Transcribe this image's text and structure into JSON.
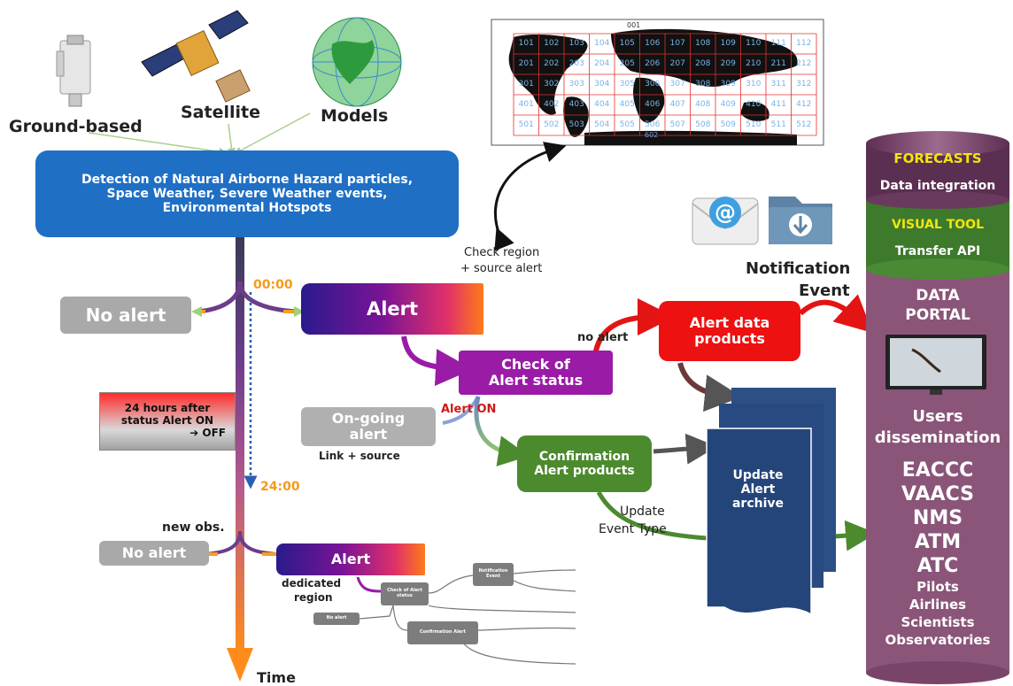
{
  "sources": {
    "ground": "Ground-based",
    "satellite": "Satellite",
    "models": "Models"
  },
  "detection": {
    "line1": "Detection of Natural Airborne Hazard particles,",
    "line2": "Space Weather, Severe Weather events,",
    "line3": "Environmental Hotspots"
  },
  "map": {
    "top_label": "001",
    "bottom_label": "602",
    "rows": [
      [
        "101",
        "102",
        "103",
        "104",
        "105",
        "106",
        "107",
        "108",
        "109",
        "110",
        "111",
        "112"
      ],
      [
        "201",
        "202",
        "203",
        "204",
        "205",
        "206",
        "207",
        "208",
        "209",
        "210",
        "211",
        "212"
      ],
      [
        "301",
        "302",
        "303",
        "304",
        "305",
        "306",
        "307",
        "308",
        "309",
        "310",
        "311",
        "312"
      ],
      [
        "401",
        "402",
        "403",
        "404",
        "405",
        "406",
        "407",
        "408",
        "409",
        "410",
        "411",
        "412"
      ],
      [
        "501",
        "502",
        "503",
        "504",
        "505",
        "506",
        "507",
        "508",
        "509",
        "510",
        "511",
        "512"
      ]
    ]
  },
  "check_region": {
    "line1": "Check region",
    "line2": "+ source alert"
  },
  "notification": {
    "line1": "Notification",
    "line2": "Event"
  },
  "timeline": {
    "t0": "00:00",
    "t24": "24:00",
    "time": "Time",
    "new_obs": "new obs."
  },
  "no_alert_1": "No alert",
  "no_alert_2": "No alert",
  "alert_1": "Alert",
  "alert_2": "Alert",
  "hours_box": {
    "line1": "24 hours after",
    "line2": "status Alert ON",
    "line3": "➔ OFF"
  },
  "check_status": {
    "line1": "Check of",
    "line2": "Alert status"
  },
  "no_alert_label": "no alert",
  "alert_on_label": "Alert  ON",
  "ongoing": {
    "line1": "On-going",
    "line2": "alert",
    "sub": "Link + source"
  },
  "alert_data": {
    "line1": "Alert data",
    "line2": "products"
  },
  "confirmation": {
    "line1": "Confirmation",
    "line2": "Alert products"
  },
  "update_archive": {
    "line1": "Update",
    "line2": "Alert",
    "line3": "archive"
  },
  "update_event": {
    "line1": "Update",
    "line2": "Event Type"
  },
  "dedicated": {
    "line1": "dedicated",
    "line2": "region"
  },
  "mini": {
    "check": "Check of Alert status",
    "notification": "Notification Event",
    "no_alert": "No alert",
    "confirmation": "Confirmation Alert"
  },
  "cylinder": {
    "forecasts": "FORECASTS",
    "data_integration": "Data integration",
    "visual_tool": "VISUAL TOOL",
    "transfer_api": "Transfer API",
    "data_portal_1": "DATA",
    "data_portal_2": "PORTAL",
    "users_1": "Users",
    "users_2": "dissemination",
    "list": [
      "EACCC",
      "VAACS",
      "NMS",
      "ATM",
      "ATC",
      "Pilots",
      "Airlines",
      "Scientists",
      "Observatories"
    ]
  },
  "colors": {
    "detection_blue": "#1f6fc4",
    "alert_red": "#ee1111",
    "check_purple": "#9a1ba6",
    "confirm_green": "#4c8a2e",
    "archive_blue": "#24457a",
    "cylinder_purple": "#8a5579",
    "forecast_yellow": "#f2e50f"
  }
}
